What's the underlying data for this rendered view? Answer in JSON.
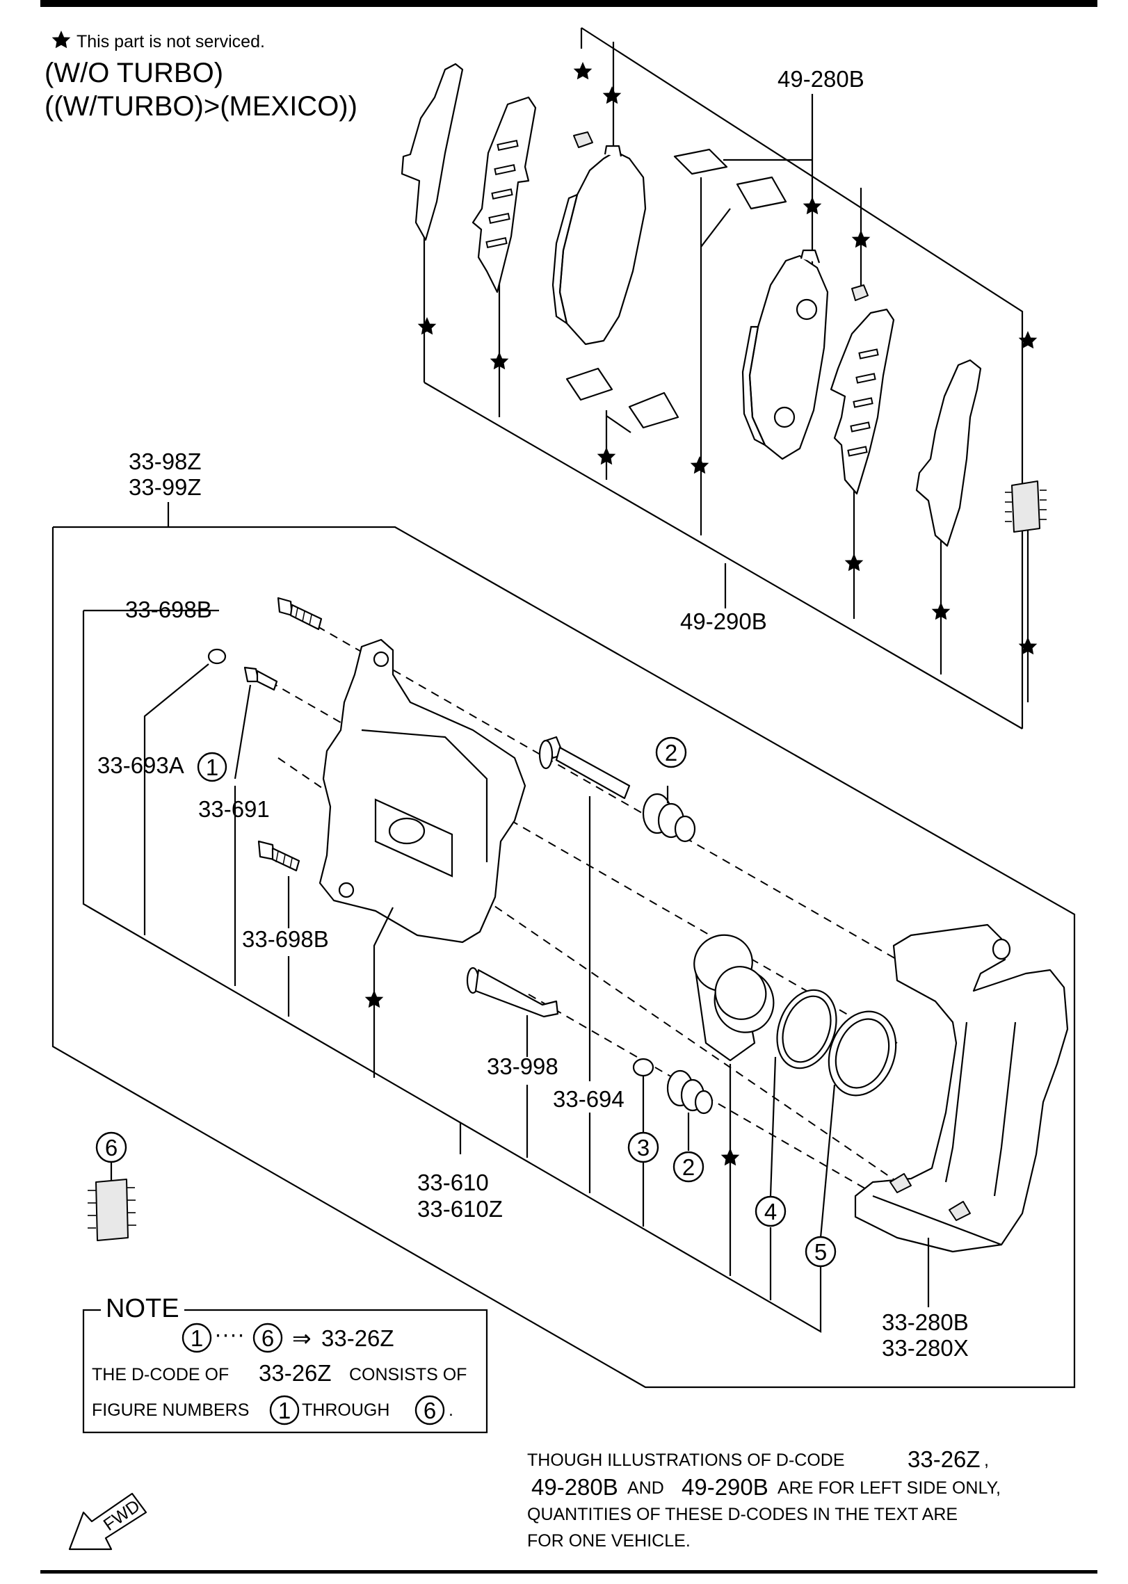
{
  "legend": {
    "star_note": "This part is not serviced.",
    "line1": "(W/O TURBO)",
    "line2": "((W/TURBO)>(MEXICO))"
  },
  "labels": {
    "p49_280b": "49-280B",
    "p49_290b": "49-290B",
    "p33_98z": "33-98Z",
    "p33_99z": "33-99Z",
    "p33_698b_top": "33-698B",
    "p33_693a": "33-693A",
    "p33_691": "33-691",
    "p33_698b_mid": "33-698B",
    "p33_998": "33-998",
    "p33_694": "33-694",
    "p33_610": "33-610",
    "p33_610z": "33-610Z",
    "p33_280b": "33-280B",
    "p33_280x": "33-280X"
  },
  "callouts": {
    "c1": "1",
    "c2a": "2",
    "c2b": "2",
    "c3": "3",
    "c4": "4",
    "c5": "5",
    "c6": "6"
  },
  "note": {
    "title": "NOTE",
    "range_from": "1",
    "range_dots": "····",
    "range_to": "6",
    "arrow": "⇒",
    "code": "33-26Z",
    "line2_prefix": "THE D-CODE OF",
    "line2_code": "33-26Z",
    "line2_suffix": "CONSISTS OF",
    "line3_prefix": "FIGURE NUMBERS",
    "line3_from": "1",
    "line3_mid": "THROUGH",
    "line3_to": "6",
    "line3_end": "."
  },
  "footnote": {
    "l1a": "THOUGH  ILLUSTRATIONS  OF  D-CODE",
    "l1b": "33-26Z",
    "l1c": ",",
    "l2a": "49-280B",
    "l2b": "AND",
    "l2c": "49-290B",
    "l2d": "ARE  FOR  LEFT  SIDE ONLY,",
    "l3": "QUANTITIES  OF  THESE  D-CODES  IN  THE TEXT  ARE",
    "l4": "FOR  ONE  VEHICLE."
  },
  "fwd": "FWD",
  "icons": {
    "star": "star-icon",
    "fwd_arrow": "fwd-arrow-icon"
  }
}
